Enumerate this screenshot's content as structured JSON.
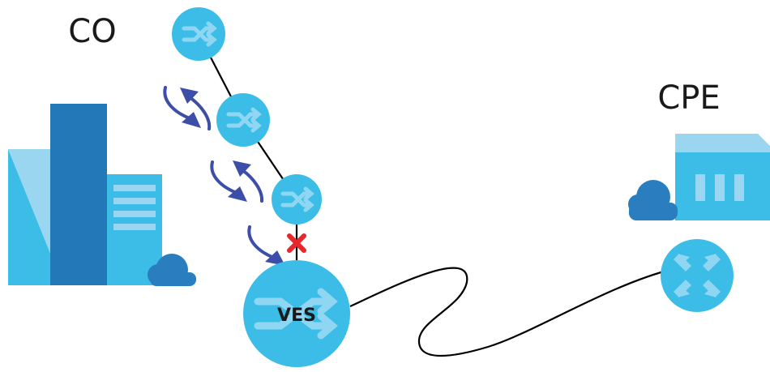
{
  "labels": {
    "co": "CO",
    "cpe": "CPE",
    "ves": "VES"
  },
  "colors": {
    "node": "#3bbde8",
    "node_glyph": "#8fd6f2",
    "building_dark": "#2378b8",
    "building_light": "#3bbde8",
    "building_pale": "#9bd6f0",
    "cloud": "#2a7ec0",
    "arrow": "#3d4ea8",
    "fault": "#e8262b",
    "link": "#000000"
  },
  "icons": {
    "switch": "switch-icon",
    "ves": "ves-switch-icon",
    "cpe_device": "cpe-router-icon",
    "building": "building-icon",
    "cloud": "cloud-icon",
    "fault": "x-mark-icon"
  }
}
